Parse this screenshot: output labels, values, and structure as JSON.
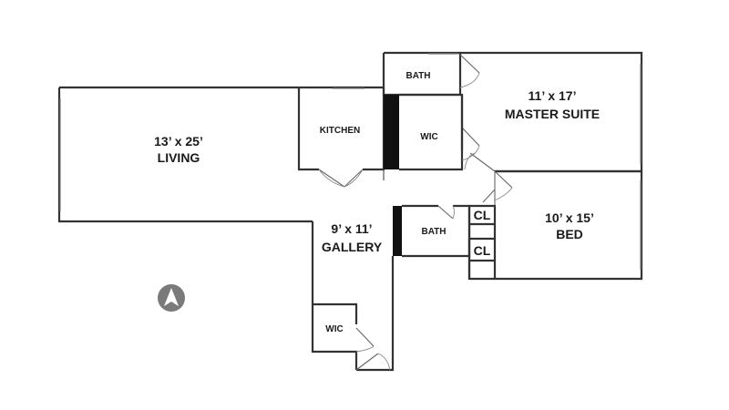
{
  "rooms": {
    "living": {
      "dims": "13’ x 25’",
      "name": "LIVING"
    },
    "master": {
      "dims": "11’ x 17’",
      "name": "MASTER SUITE"
    },
    "bed": {
      "dims": "10’ x 15’",
      "name": "BED"
    },
    "gallery": {
      "dims": "9’ x 11’",
      "name": "GALLERY"
    },
    "kitchen": {
      "name": "KITCHEN"
    },
    "bath_top": {
      "name": "BATH"
    },
    "bath_mid": {
      "name": "BATH"
    },
    "wic_master": {
      "name": "WIC"
    },
    "wic_gallery": {
      "name": "WIC"
    },
    "closet_top": {
      "name": "CL"
    },
    "closet_bottom": {
      "name": "CL"
    }
  },
  "compass": {
    "icon": "north-arrow-icon",
    "color": "#7a7a7a"
  }
}
